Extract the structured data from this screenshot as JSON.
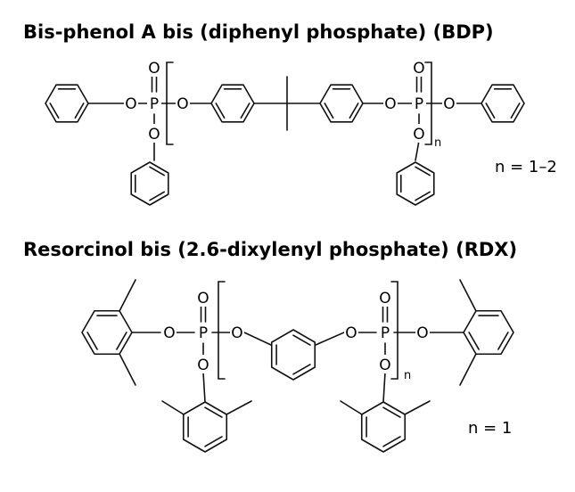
{
  "molecules": [
    {
      "title": "Bis-phenol A bis (diphenyl phosphate) (BDP)",
      "repeat_subscript": "n",
      "n_value": "n = 1–2"
    },
    {
      "title": "Resorcinol bis (2.6-dixylenyl phosphate) (RDX)",
      "repeat_subscript": "n",
      "n_value": "n  = 1"
    }
  ],
  "atoms": {
    "oxygen": "O",
    "phosphorus": "P"
  }
}
